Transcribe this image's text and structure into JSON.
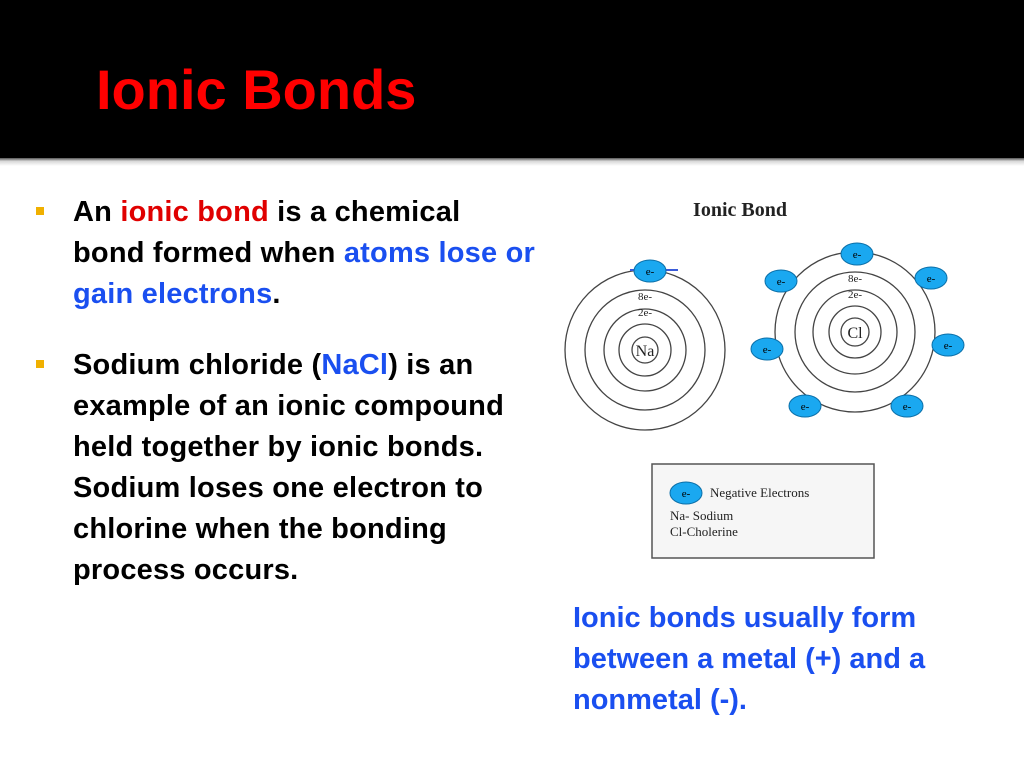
{
  "slide": {
    "title": "Ionic Bonds"
  },
  "bullets": [
    {
      "p1": "An ",
      "p2": "ionic bond",
      "p3": " is a chemical bond formed when ",
      "p4": "atoms lose or gain electrons",
      "p5": "."
    },
    {
      "p1": "Sodium chloride (",
      "p2": "NaCl",
      "p3": ") is an example of an ionic compound held together by ionic bonds. Sodium loses one electron to chlorine when the bonding process occurs."
    }
  ],
  "note": "Ionic bonds usually form between a metal (+) and a nonmetal (-).",
  "figure": {
    "title": "Ionic Bond",
    "sodium": {
      "symbol": "Na",
      "shell2": "8e-",
      "shell1": "2e-"
    },
    "chlorine": {
      "symbol": "Cl",
      "shell2": "8e-",
      "shell1": "2e-"
    },
    "electron_label": "e-",
    "legend": {
      "electron": "Negative Electrons",
      "na": "Na- Sodium",
      "cl": "Cl-Cholerine"
    }
  },
  "colors": {
    "title": "#ff0000",
    "highlight_red": "#e00000",
    "highlight_blue": "#1a4ff0",
    "bullet_marker": "#f0b000",
    "electron": "#1aa8f0"
  }
}
